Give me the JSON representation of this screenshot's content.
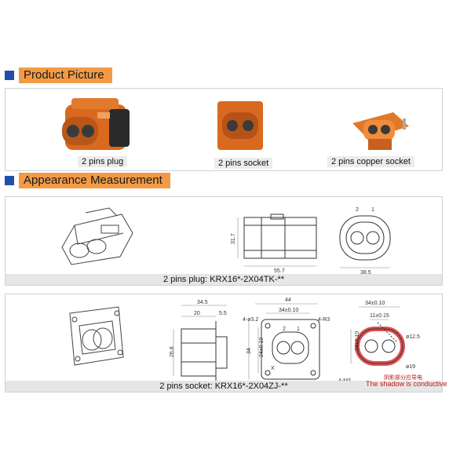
{
  "sections": {
    "product_picture": "Product Picture",
    "appearance": "Appearance Measurement"
  },
  "products": {
    "plug": "2 pins plug",
    "socket": "2 pins socket",
    "copper_socket": "2 pins copper socket"
  },
  "drawings": {
    "plug": {
      "caption": "2 pins plug: KRX16*-2X04TK-**",
      "height": "31.7",
      "length": "55.7",
      "width": "38.5",
      "pin_labels": [
        "2",
        "1"
      ]
    },
    "socket": {
      "caption": "2 pins socket: KRX16*-2X04ZJ-**",
      "d_345": "34.5",
      "d_20": "20",
      "d_55": "5.5",
      "d_268": "26.8",
      "d_44": "44",
      "d_34pm": "34±0.10",
      "d_34": "34",
      "d_24pm": "24±0.10",
      "hole_4_32": "4-ø3.2",
      "r_4_r3": "4-R3",
      "m_4_m3": "4-M3",
      "pin_labels": [
        "2",
        "1"
      ],
      "x_mark": "X",
      "d_34pm_b": "34±0.10",
      "d_11": "11±0.15",
      "d_125": "ø12.5",
      "d_24pm_b": "24±0.10",
      "d_19": "ø19",
      "cn_note": "阴影部分应导电",
      "en_note": "The shadow is conductive"
    }
  },
  "colors": {
    "accent_orange": "#f39a45",
    "section_blue": "#1f4fa8",
    "note_red": "#c01818"
  }
}
